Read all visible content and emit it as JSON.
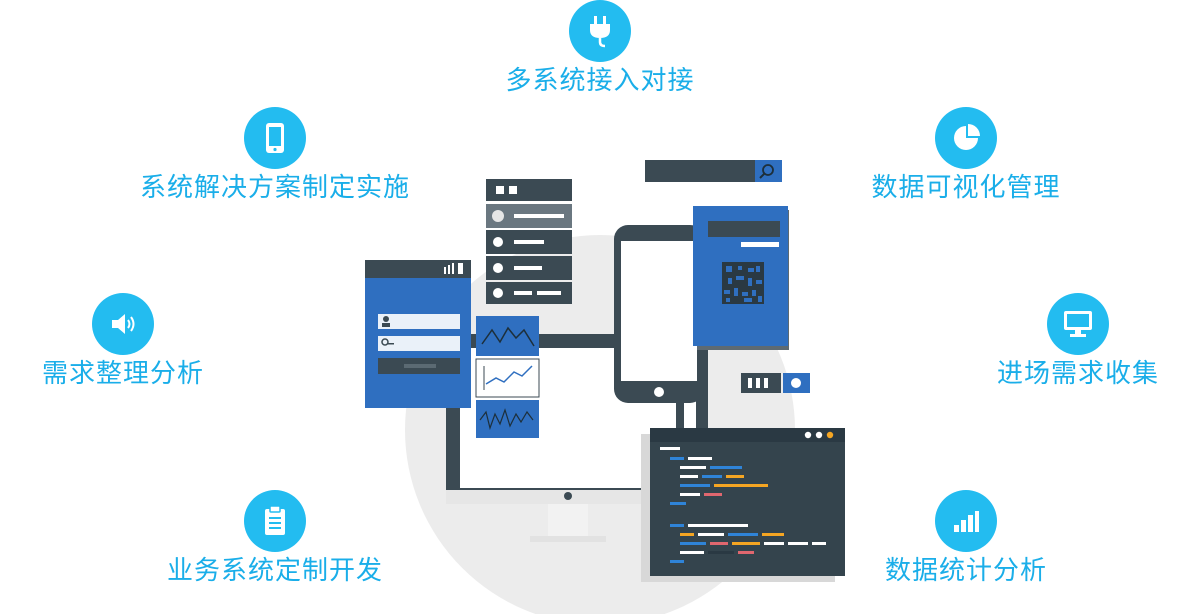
{
  "colors": {
    "accent": "#23bcf0",
    "label": "#1aaee9",
    "panel_dark": "#3b4a53",
    "panel_blue": "#2f6fc0",
    "code_bg": "#34444d",
    "code_orange": "#f5a623",
    "code_blue": "#2f84d8",
    "code_red": "#e0676f"
  },
  "features": [
    {
      "id": "integration",
      "icon": "plug-icon",
      "label": "多系统接入对接"
    },
    {
      "id": "solution",
      "icon": "mobile-phone-icon",
      "label": "系统解决方案制定实施"
    },
    {
      "id": "visual",
      "icon": "pie-chart-icon",
      "label": "数据可视化管理"
    },
    {
      "id": "analysis",
      "icon": "speaker-icon",
      "label": "需求整理分析"
    },
    {
      "id": "collect",
      "icon": "monitor-icon",
      "label": "进场需求收集"
    },
    {
      "id": "develop",
      "icon": "clipboard-icon",
      "label": "业务系统定制开发"
    },
    {
      "id": "stats",
      "icon": "bar-chart-icon",
      "label": "数据统计分析"
    }
  ]
}
